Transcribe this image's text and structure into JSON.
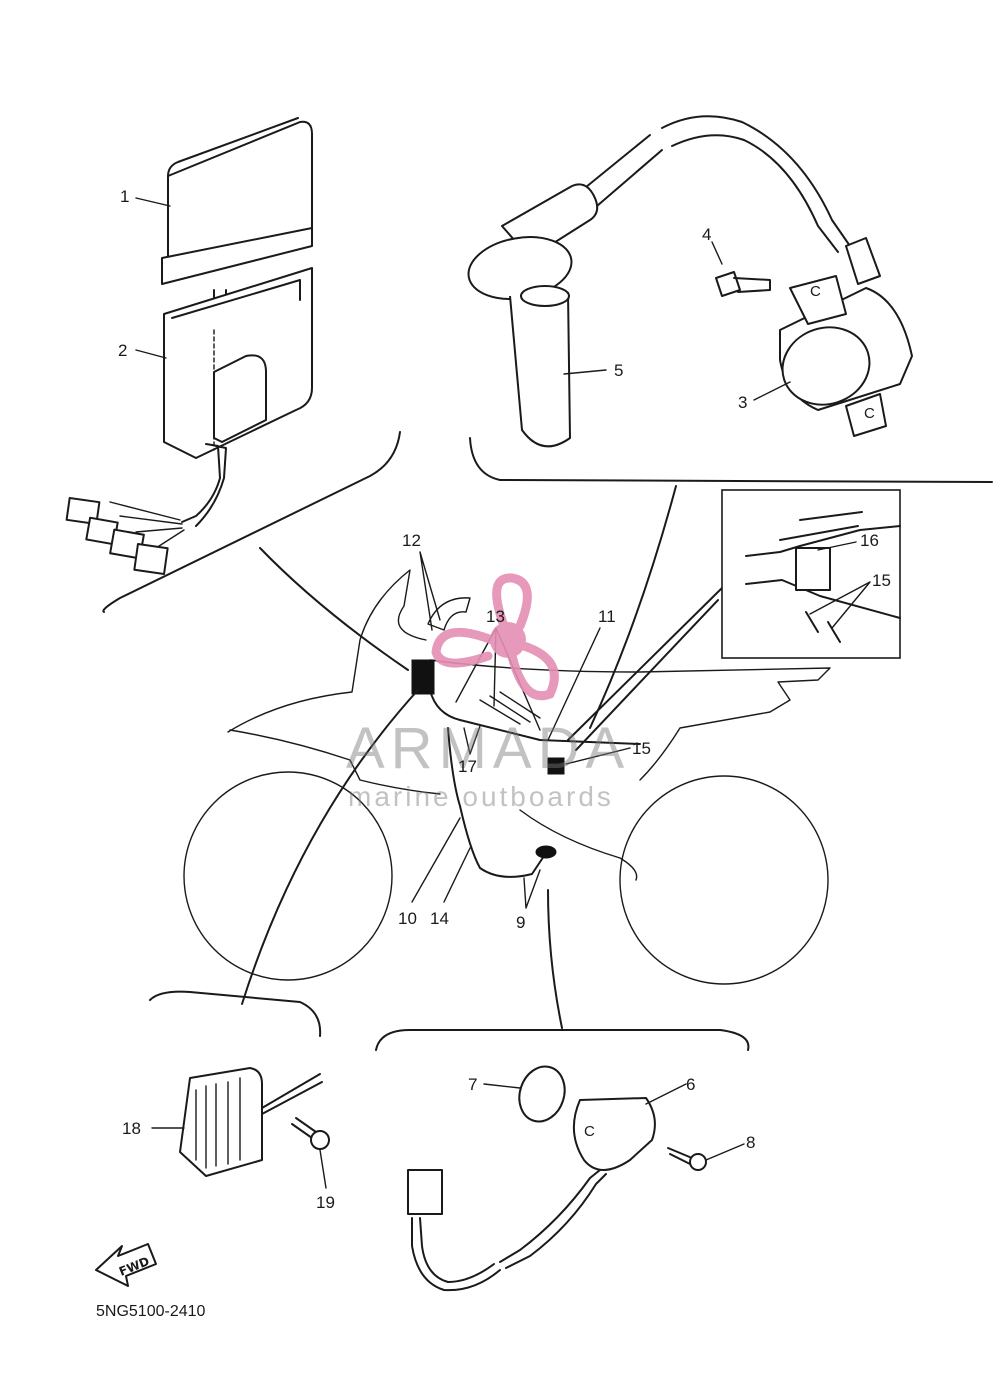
{
  "diagram_code": "5NG5100-2410",
  "fwd_label": "FWD",
  "watermark": {
    "brand": "ARMADA",
    "tagline": "marine outboards",
    "logo": "propeller-logo"
  },
  "callouts": [
    "1",
    "2",
    "3",
    "4",
    "5",
    "6",
    "7",
    "8",
    "9",
    "10",
    "11",
    "12",
    "13",
    "14",
    "15",
    "15",
    "16",
    "17",
    "18",
    "19"
  ],
  "colors": {
    "line": "#1a1a1a",
    "watermark_text": "#888888",
    "watermark_logo": "#e58fb4"
  }
}
